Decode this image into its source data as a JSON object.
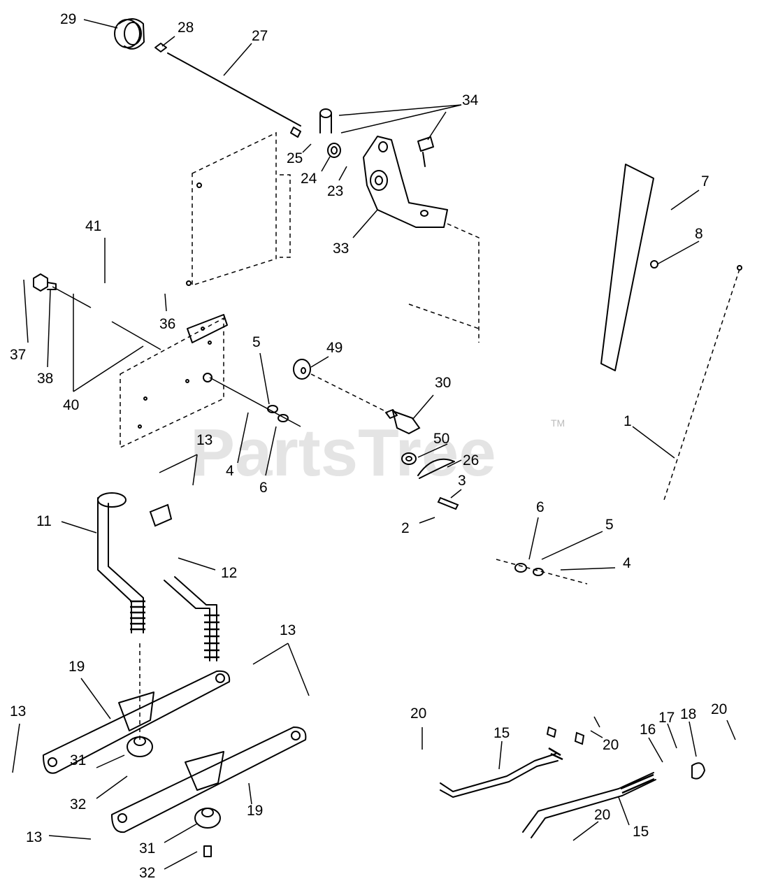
{
  "watermark": {
    "text": "PartsTree",
    "trademark": "TM"
  },
  "callouts": {
    "c1": "1",
    "c2": "2",
    "c3": "3",
    "c4a": "4",
    "c4b": "4",
    "c5a": "5",
    "c5b": "5",
    "c6a": "6",
    "c6b": "6",
    "c7": "7",
    "c8": "8",
    "c11": "11",
    "c12": "12",
    "c13a": "13",
    "c13b": "13",
    "c13c": "13",
    "c13d": "13",
    "c15a": "15",
    "c15b": "15",
    "c16": "16",
    "c17": "17",
    "c18": "18",
    "c19a": "19",
    "c19b": "19",
    "c20a": "20",
    "c20b": "20",
    "c20c": "20",
    "c20d": "20",
    "c23": "23",
    "c24": "24",
    "c25": "25",
    "c26": "26",
    "c27": "27",
    "c28": "28",
    "c29": "29",
    "c30": "30",
    "c31a": "31",
    "c31b": "31",
    "c32a": "32",
    "c32b": "32",
    "c33": "33",
    "c34": "34",
    "c36": "36",
    "c37": "37",
    "c38": "38",
    "c40": "40",
    "c41": "41",
    "c49": "49",
    "c50": "50"
  }
}
